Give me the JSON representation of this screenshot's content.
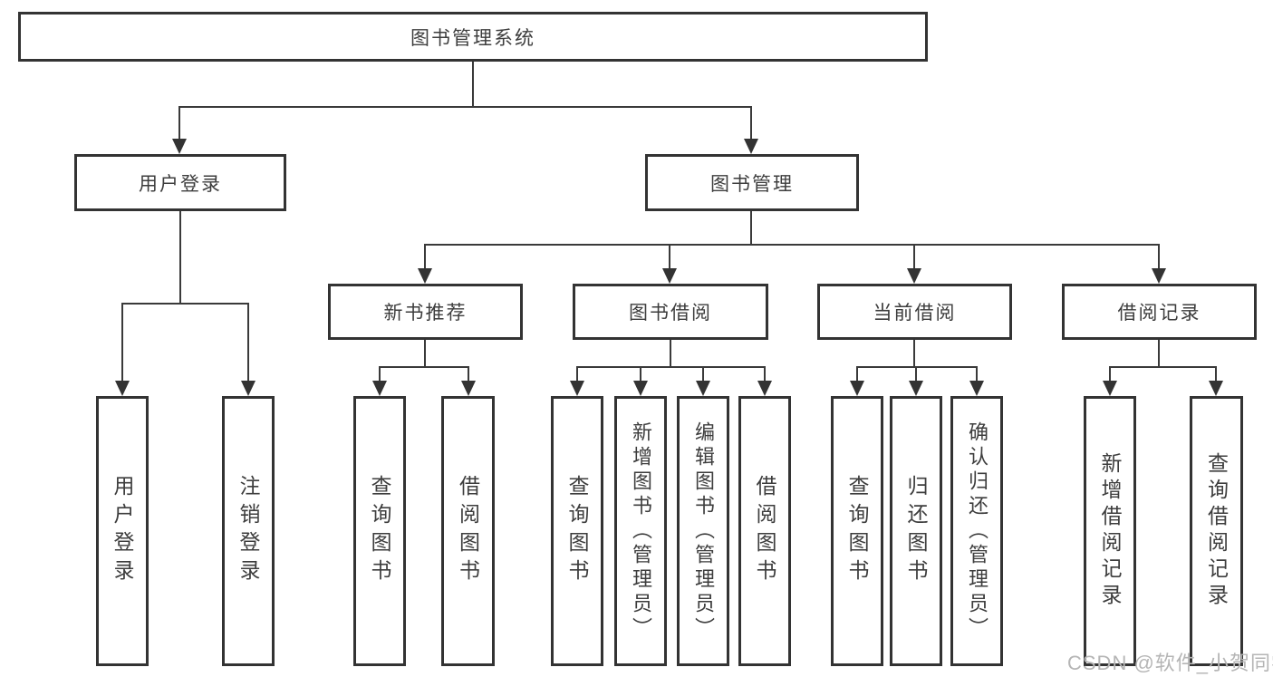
{
  "nodes": {
    "root": "图书管理系统",
    "user_login": "用户登录",
    "book_mgmt": "图书管理",
    "new_book": "新书推荐",
    "book_borrow": "图书借阅",
    "current_borrow": "当前借阅",
    "borrow_record": "借阅记录",
    "user_login_children": [
      "用户登录",
      "注销登录"
    ],
    "new_book_children": [
      "查询图书",
      "借阅图书"
    ],
    "book_borrow_children": [
      "查询图书",
      "新增图书（管理员）",
      "编辑图书（管理员）",
      "借阅图书"
    ],
    "current_borrow_children": [
      "查询图书",
      "归还图书",
      "确认归还（管理员）"
    ],
    "borrow_record_children": [
      "新增借阅记录",
      "查询借阅记录"
    ]
  },
  "watermark": "CSDN @软件_小贺同学",
  "colors": {
    "line": "#3a3a3a",
    "box_border": "#333333",
    "text": "#3d3d3d",
    "background": "#ffffff",
    "watermark": "#b5b5b5"
  }
}
